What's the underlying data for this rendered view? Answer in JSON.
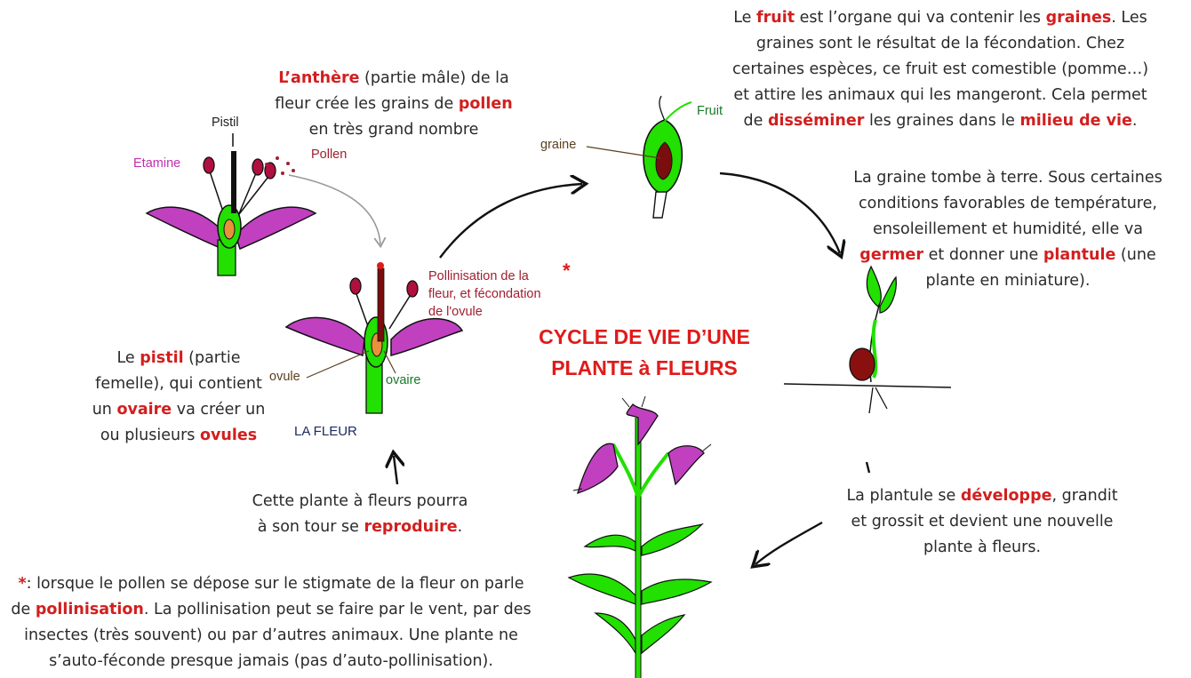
{
  "title": {
    "line1": "CYCLE DE VIE D’UNE",
    "line2": "PLANTE à FLEURS"
  },
  "labels": {
    "pistil": "Pistil",
    "etamine": "Etamine",
    "pollen": "Pollen",
    "pollinisation_l1": "Pollinisation de la",
    "pollinisation_l2": "fleur, et fécondation",
    "pollinisation_l3": "de l'ovule",
    "asterisk": "*",
    "ovule": "ovule",
    "ovaire": "ovaire",
    "la_fleur": "LA FLEUR",
    "graine": "graine",
    "fruit": "Fruit"
  },
  "texts": {
    "anthere": {
      "a1": "L’anthère",
      "a2": " (partie mâle) de la",
      "b1": "fleur crée les grains de ",
      "b2": "pollen",
      "c": "en très grand nombre"
    },
    "fruit": {
      "a1": "Le ",
      "a2": "fruit",
      "a3": " est l’organe qui va contenir les ",
      "a4": "graines",
      "a5": ". Les",
      "b": "graines sont le résultat de la fécondation. Chez",
      "c": "certaines espèces, ce fruit est comestible (pomme…)",
      "d": "et attire les animaux qui les mangeront. Cela permet",
      "e1": "de ",
      "e2": "disséminer",
      "e3": " les graines dans le ",
      "e4": "milieu de vie",
      "e5": "."
    },
    "graine": {
      "a": "La graine tombe à terre. Sous certaines",
      "b": "conditions favorables de température,",
      "c": "ensoleillement et humidité, elle va",
      "d1": "germer",
      "d2": " et donner une ",
      "d3": "plantule",
      "d4": " (une",
      "e": "plante en miniature)."
    },
    "pistil": {
      "a1": "Le ",
      "a2": "pistil",
      "a3": " (partie",
      "b": "femelle), qui contient",
      "c1": "un ",
      "c2": "ovaire",
      "c3": " va créer un",
      "d1": "ou plusieurs ",
      "d2": "ovules"
    },
    "plantule": {
      "a1": "La plantule se ",
      "a2": "développe",
      "a3": ", grandit",
      "b": "et grossit et devient une nouvelle",
      "c": "plante à fleurs."
    },
    "reproduire": {
      "a": "Cette plante à fleurs pourra",
      "b1": "à son tour se ",
      "b2": "reproduire",
      "b3": "."
    },
    "note": {
      "a1": "*",
      "a2": ": lorsque le pollen se dépose sur le stigmate de la fleur on parle",
      "b1": "de ",
      "b2": "pollinisation",
      "b3": ". La pollinisation peut se faire par le vent, par des",
      "c": "insectes (très souvent) ou par d’autres animaux. Une plante ne",
      "d": "s’auto-féconde presque jamais (pas d’auto-pollinisation)."
    }
  },
  "colors": {
    "accent_red": "#d21f1f",
    "plant_green": "#22e000",
    "petal_magenta": "#c040c0",
    "seed_dark_red": "#7a0d0d",
    "etamine_label": "#c030b0",
    "pollen_label": "#a02030"
  }
}
